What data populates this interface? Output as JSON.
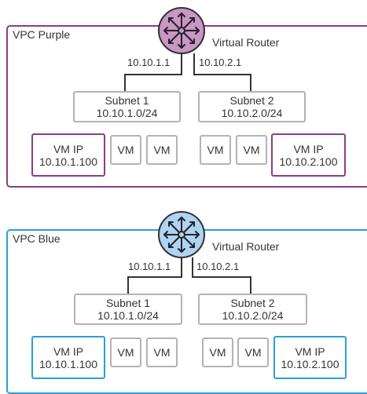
{
  "colors": {
    "purple": "#8a3e86",
    "purple_fill": "#c996c5",
    "blue": "#2a9fd6",
    "blue_fill": "#aed3f4"
  },
  "vpcs": [
    {
      "name": "VPC Purple",
      "router_label": "Virtual Router",
      "router_icon": "router-arrows-icon",
      "subnets": [
        {
          "label": "Subnet 1",
          "cidr": "10.10.1.0/24",
          "gateway": "10.10.1.1",
          "vm_ip_label": "VM IP",
          "vm_ip": "10.10.1.100",
          "vms": [
            "VM",
            "VM"
          ]
        },
        {
          "label": "Subnet 2",
          "cidr": "10.10.2.0/24",
          "gateway": "10.10.2.1",
          "vm_ip_label": "VM IP",
          "vm_ip": "10.10.2.100",
          "vms": [
            "VM",
            "VM"
          ]
        }
      ]
    },
    {
      "name": "VPC Blue",
      "router_label": "Virtual Router",
      "router_icon": "router-arrows-icon",
      "subnets": [
        {
          "label": "Subnet 1",
          "cidr": "10.10.1.0/24",
          "gateway": "10.10.1.1",
          "vm_ip_label": "VM IP",
          "vm_ip": "10.10.1.100",
          "vms": [
            "VM",
            "VM"
          ]
        },
        {
          "label": "Subnet 2",
          "cidr": "10.10.2.0/24",
          "gateway": "10.10.2.1",
          "vm_ip_label": "VM IP",
          "vm_ip": "10.10.2.100",
          "vms": [
            "VM",
            "VM"
          ]
        }
      ]
    }
  ]
}
